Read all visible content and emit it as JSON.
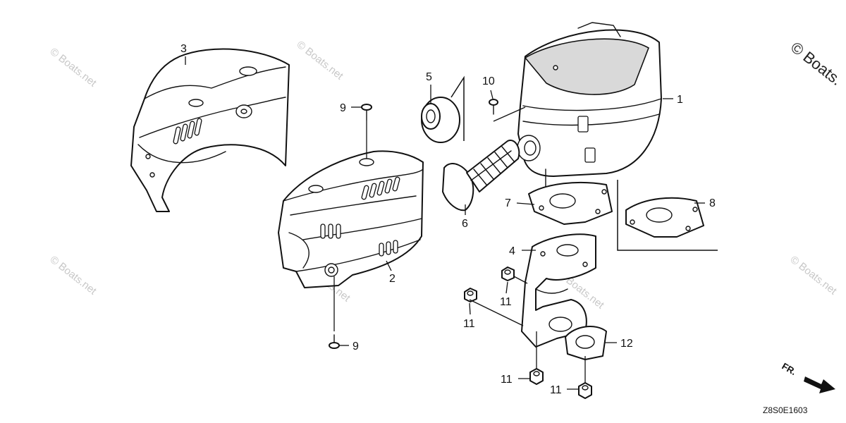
{
  "callouts": {
    "c1": "1",
    "c2": "2",
    "c3": "3",
    "c4": "4",
    "c5": "5",
    "c6": "6",
    "c7": "7",
    "c8": "8",
    "c9a": "9",
    "c9b": "9",
    "c10": "10",
    "c11a": "11",
    "c11b": "11",
    "c11c": "11",
    "c11d": "11",
    "c12": "12"
  },
  "watermark": "© Boats.net",
  "watermark_corner": "© Boats.",
  "direction_label": "FR.",
  "diagram_code": "Z8S0E1603"
}
